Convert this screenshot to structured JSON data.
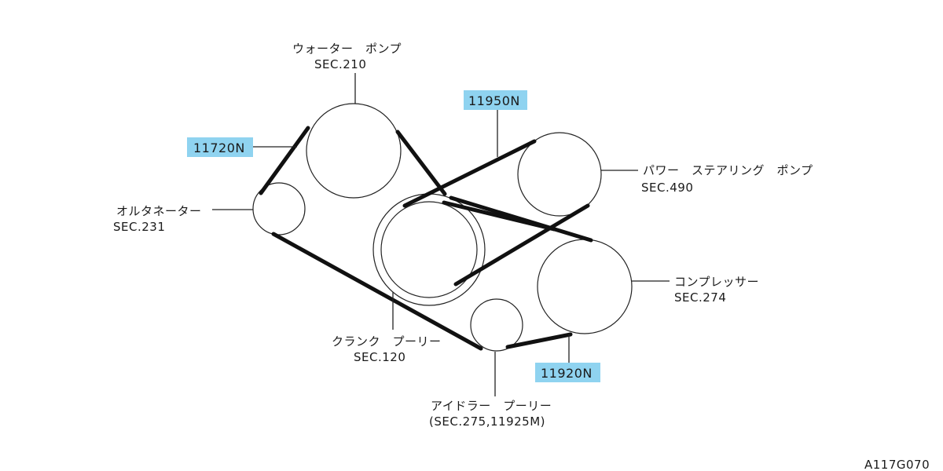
{
  "components": {
    "water_pump": {
      "name": "ウォーター　ポンプ",
      "sec": "SEC.210"
    },
    "power_steering_pump": {
      "name": "パワー　ステアリング　ポンプ",
      "sec": "SEC.490"
    },
    "alternator": {
      "name": "オルタネーター",
      "sec": "SEC.231"
    },
    "compressor": {
      "name": "コンプレッサー",
      "sec": "SEC.274"
    },
    "crank_pulley": {
      "name": "クランク　プーリー",
      "sec": "SEC.120"
    },
    "idler_pulley": {
      "name": "アイドラー　プーリー",
      "sec": "(SEC.275,11925M)"
    }
  },
  "part_codes": {
    "alternator_belt": "11720N",
    "power_steering_belt": "11950N",
    "compressor_belt": "11920N"
  },
  "colors": {
    "code_highlight": "#8fd3f0",
    "line": "#111111"
  },
  "figure_id": "A117G070"
}
